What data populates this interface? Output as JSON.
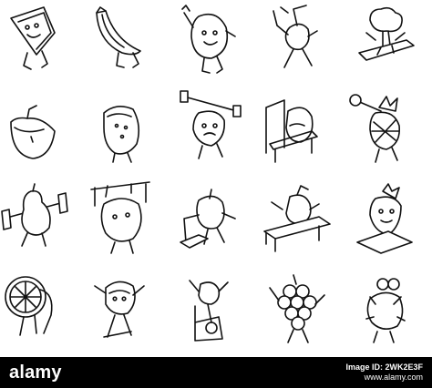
{
  "illustrations": [
    {
      "row": 0,
      "col": 0,
      "icon": "watermelon-slice-mascot-icon"
    },
    {
      "row": 0,
      "col": 1,
      "icon": "banana-mascot-icon"
    },
    {
      "row": 0,
      "col": 2,
      "icon": "mango-mascot-waving-icon"
    },
    {
      "row": 0,
      "col": 3,
      "icon": "cherry-mascot-running-icon"
    },
    {
      "row": 0,
      "col": 4,
      "icon": "broccoli-surfing-icon"
    },
    {
      "row": 1,
      "col": 0,
      "icon": "apple-half-mascot-icon"
    },
    {
      "row": 1,
      "col": 1,
      "icon": "kiwi-mascot-icon"
    },
    {
      "row": 1,
      "col": 2,
      "icon": "strawberry-lifting-weights-icon"
    },
    {
      "row": 1,
      "col": 3,
      "icon": "avocado-bench-press-icon"
    },
    {
      "row": 1,
      "col": 4,
      "icon": "pineapple-dumbbell-icon"
    },
    {
      "row": 2,
      "col": 0,
      "icon": "pear-barbell-icon"
    },
    {
      "row": 2,
      "col": 1,
      "icon": "lemon-pullup-bar-icon"
    },
    {
      "row": 2,
      "col": 2,
      "icon": "plum-stretching-icon"
    },
    {
      "row": 2,
      "col": 3,
      "icon": "fruit-on-bench-icon"
    },
    {
      "row": 2,
      "col": 4,
      "icon": "strawberry-pedestal-icon"
    },
    {
      "row": 3,
      "col": 0,
      "icon": "orange-slice-mascot-icon"
    },
    {
      "row": 3,
      "col": 1,
      "icon": "citrus-mascot-dancing-icon"
    },
    {
      "row": 3,
      "col": 2,
      "icon": "fruit-exercise-bike-icon"
    },
    {
      "row": 3,
      "col": 3,
      "icon": "grapes-mascot-icon"
    },
    {
      "row": 3,
      "col": 4,
      "icon": "dragon-fruit-mascot-icon"
    }
  ],
  "footer": {
    "brand": "alamy",
    "image_id": "Image ID: 2WK2E3F",
    "site": "www.alamy.com"
  },
  "colors": {
    "line": "#111111",
    "background": "#ffffff",
    "footer": "#000000"
  }
}
